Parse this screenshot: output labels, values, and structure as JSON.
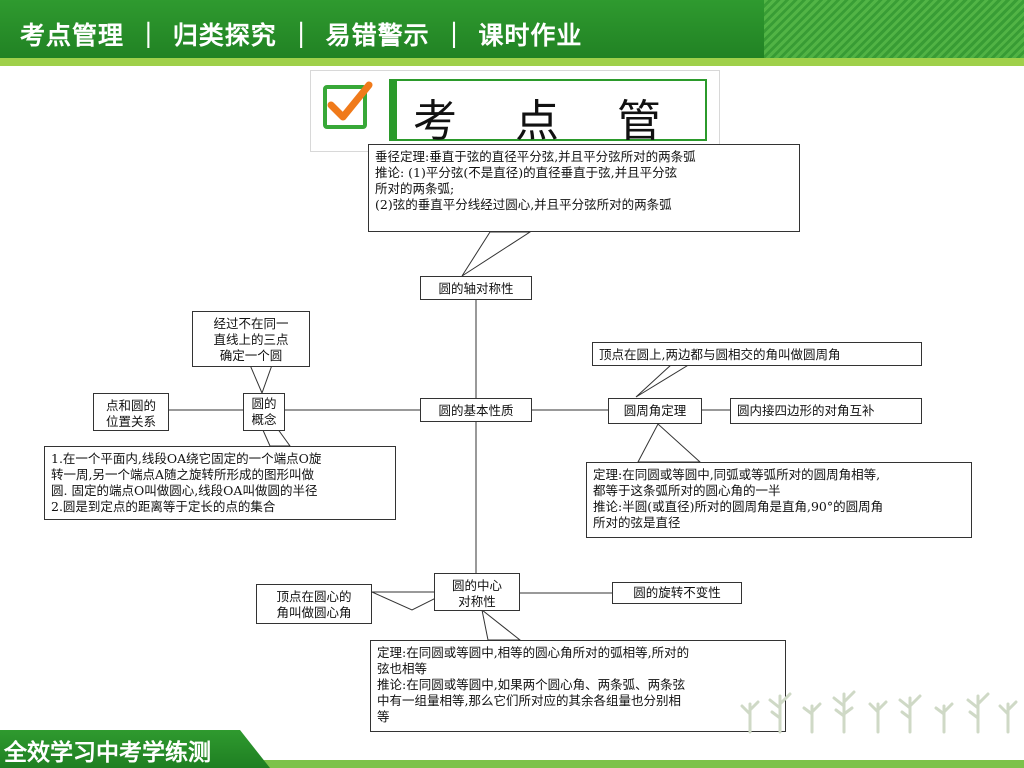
{
  "nav": {
    "items": [
      "考点管理",
      "归类探究",
      "易错警示",
      "课时作业"
    ],
    "separator": "|"
  },
  "title": "考 点 管 理",
  "colors": {
    "accent": "#2b9a2b",
    "check": "#f07a1a"
  },
  "icons": {
    "check": "check-icon"
  },
  "nodes": {
    "axis_theorem": [
      "垂径定理:垂直于弦的直径平分弦,并且平分弦所对的两条弧",
      "推论:  (1)平分弦(不是直径)的直径垂直于弦,并且平分弦",
      "所对的两条弧;",
      "(2)弦的垂直平分线经过圆心,并且平分弦所对的两条弧"
    ],
    "axis_symmetry": "圆的轴对称性",
    "three_points": [
      "经过不在同一",
      "直线上的三点",
      "确定一个圆"
    ],
    "point_circle": [
      "点和圆的",
      "位置关系"
    ],
    "concept": [
      "圆的",
      "概念"
    ],
    "definition": [
      "1.在一个平面内,线段OA绕它固定的一个端点O旋",
      "转一周,另一个端点A随之旋转所形成的图形叫做",
      "圆. 固定的端点O叫做圆心,线段OA叫做圆的半径",
      "2.圆是到定点的距离等于定长的点的集合"
    ],
    "basic_property": "圆的基本性质",
    "inscribed_def": "顶点在圆上,两边都与圆相交的角叫做圆周角",
    "inscribed_theorem": "圆周角定理",
    "cyclic_quad": "圆内接四边形的对角互补",
    "inscribed_content": [
      "定理:在同圆或等圆中,同弧或等弧所对的圆周角相等,",
      "都等于这条弧所对的圆心角的一半",
      "推论:半圆(或直径)所对的圆周角是直角,90°的圆周角",
      "所对的弦是直径"
    ],
    "central_symmetry": [
      "圆的中心",
      "对称性"
    ],
    "central_angle_def": [
      "顶点在圆心的",
      "角叫做圆心角"
    ],
    "rotation_invariance": "圆的旋转不变性",
    "central_theorem": [
      "定理:在同圆或等圆中,相等的圆心角所对的弧相等,所对的",
      "弦也相等",
      "推论:在同圆或等圆中,如果两个圆心角、两条弧、两条弦",
      "中有一组量相等,那么它们所对应的其余各组量也分别相",
      "等"
    ]
  },
  "footer": {
    "brand": "全效学习中考学练测"
  }
}
